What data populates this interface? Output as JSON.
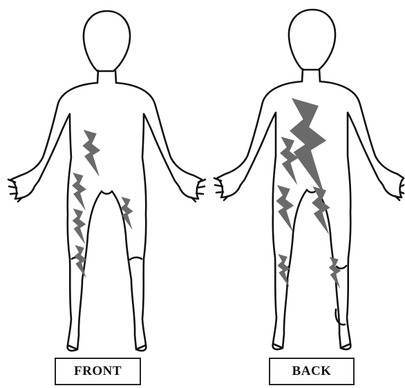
{
  "labels": {
    "front": "FRONT",
    "back": "BACK"
  },
  "colors": {
    "outline": "#111111",
    "pain_marker": "#6a6a6a",
    "background": "#ffffff"
  },
  "icons": {
    "pain_marker": "lightning-bolt-icon"
  },
  "pain_markers": {
    "front": [
      "right-hip-upper",
      "left-hip-lower",
      "left-thigh",
      "right-thigh",
      "left-knee-lower"
    ],
    "back": [
      "upper-back-large",
      "left-buttock",
      "left-thigh",
      "right-thigh",
      "left-calf",
      "right-calf"
    ]
  }
}
